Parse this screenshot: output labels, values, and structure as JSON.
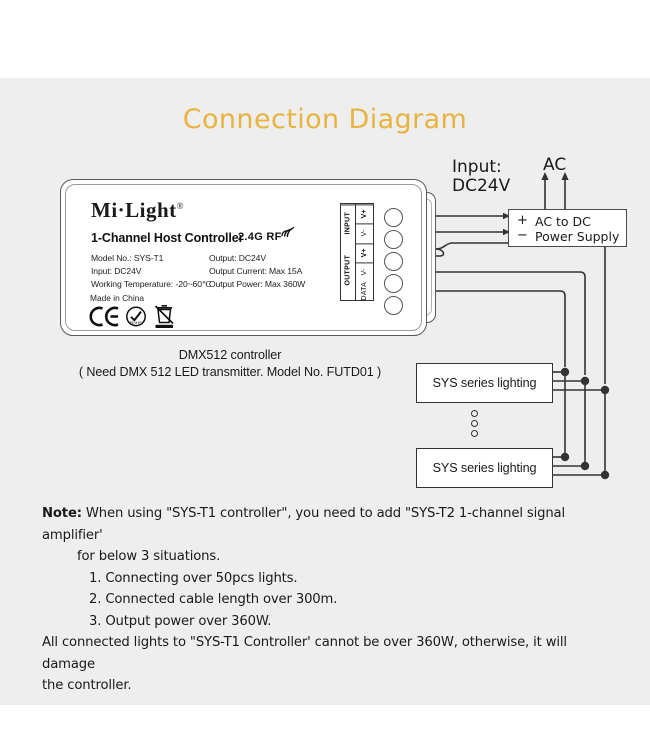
{
  "title": "Connection Diagram",
  "device": {
    "brand": "Mi·Light",
    "brand_sup": "®",
    "model_line": "1-Channel Host Controller",
    "rf_badge": "2.4G RF",
    "specs_left": [
      "Model No.: SYS-T1",
      "Input: DC24V",
      "Working Temperature: -20~60℃"
    ],
    "specs_right": [
      "Output: DC24V",
      "Output Current: Max 15A",
      "Output Power: Max 360W"
    ],
    "made_in": "Made in China",
    "cert_marks": [
      "CE",
      "RoHS",
      "WEEE"
    ],
    "terminals": {
      "input_label": "INPUT",
      "output_label": "OUTPUT",
      "input_pins": [
        "V+",
        "V-"
      ],
      "output_pins": [
        "V+",
        "V-",
        "DATA"
      ]
    }
  },
  "power": {
    "input_label": "Input:\nDC24V",
    "input_label_line1": "Input:",
    "input_label_line2": "DC24V",
    "ac_label": "AC",
    "psu_line1": "AC to DC",
    "psu_line2": "Power Supply",
    "plus": "+",
    "minus": "−"
  },
  "dmx": {
    "line1": "DMX512 controller",
    "line2": "( Need DMX 512 LED transmitter. Model No. FUTD01 )"
  },
  "lights": {
    "box1": "SYS series lighting",
    "box2": "SYS series lighting"
  },
  "note": {
    "label": "Note:",
    "line1": " When using \"SYS-T1 controller\", you need to add \"SYS-T2 1-channel signal amplifier'",
    "line2": "for below 3 situations.",
    "item1": "1. Connecting over 50pcs lights.",
    "item2": "2. Connected cable length over 300m.",
    "item3": "3. Output power over 360W.",
    "line3": "All connected lights to \"SYS-T1 Controller' cannot be over 360W, otherwise, it will damage",
    "line4": "the controller."
  },
  "colors": {
    "title": "#e8b341",
    "background": "#eeeeee",
    "wire": "#333333",
    "device_border": "#58595b"
  }
}
